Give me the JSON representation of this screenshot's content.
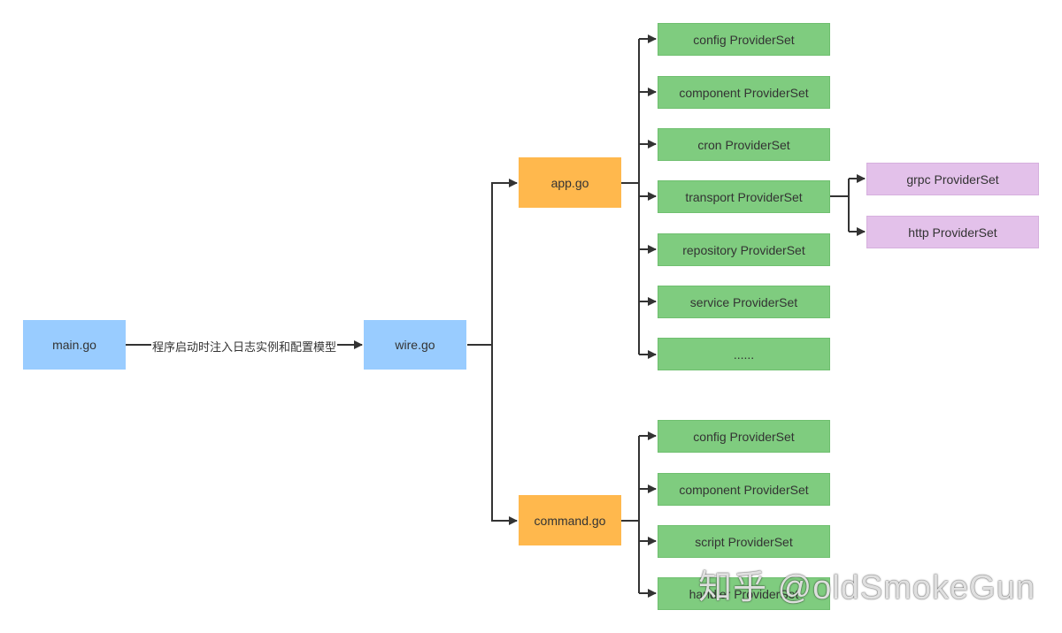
{
  "nodes": {
    "main": "main.go",
    "wire": "wire.go",
    "app": "app.go",
    "command": "command.go",
    "grpc": "grpc ProviderSet",
    "http": "http ProviderSet"
  },
  "edge_label": "程序启动时注入日志实例和配置模型",
  "app_children": [
    "config ProviderSet",
    "component ProviderSet",
    "cron ProviderSet",
    "transport ProviderSet",
    "repository ProviderSet",
    "service ProviderSet",
    "......"
  ],
  "command_children": [
    "config ProviderSet",
    "component ProviderSet",
    "script ProviderSet",
    "handler ProviderSet"
  ],
  "watermark": "知乎 @oldSmokeGun",
  "colors": {
    "entry": "#99ccff",
    "module": "#ffb84d",
    "provider": "#7fcc7f",
    "transport_child": "#e3c1ea",
    "line": "#333333"
  }
}
